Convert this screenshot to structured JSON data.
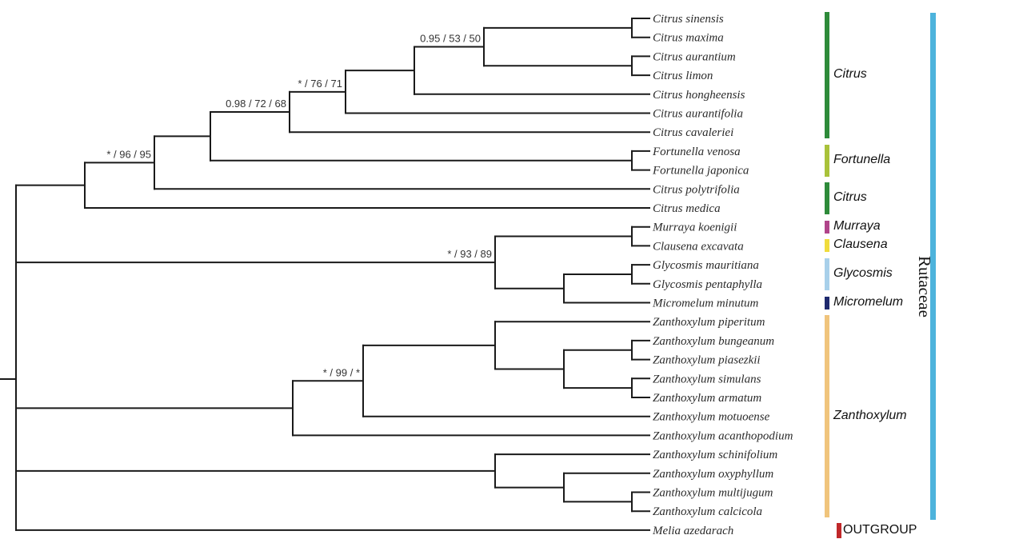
{
  "figure": {
    "type": "phylogenetic-tree",
    "family": {
      "label": "Rutaceae",
      "color": "#4db3dc"
    },
    "tree": {
      "id": "root",
      "children": [
        {
          "id": "n_core",
          "children": [
            {
              "id": "n_citrus_all",
              "support": "*/96/95",
              "children": [
                {
                  "id": "n_c2",
                  "support": "0.98/72/68",
                  "children": [
                    {
                      "id": "n_c3",
                      "support": "*/76/71",
                      "children": [
                        {
                          "id": "n_c4",
                          "children": [
                            {
                              "id": "n_c5",
                              "support": "0.95/53/50",
                              "children": [
                                {
                                  "id": "n_c6",
                                  "children": [
                                    {
                                      "tip": "Citrus sinensis"
                                    },
                                    {
                                      "tip": "Citrus maxima"
                                    }
                                  ]
                                },
                                {
                                  "id": "n_c7",
                                  "children": [
                                    {
                                      "tip": "Citrus aurantium"
                                    },
                                    {
                                      "tip": "Citrus limon"
                                    }
                                  ]
                                }
                              ]
                            },
                            {
                              "tip": "Citrus hongheensis"
                            }
                          ]
                        },
                        {
                          "tip": "Citrus aurantifolia"
                        }
                      ]
                    },
                    {
                      "tip": "Citrus cavaleriei"
                    }
                  ]
                },
                {
                  "id": "n_fort",
                  "children": [
                    {
                      "tip": "Fortunella venosa"
                    },
                    {
                      "tip": "Fortunella japonica"
                    }
                  ]
                }
              ]
            },
            {
              "tip": "Citrus polytrifolia"
            }
          ]
        },
        {
          "tip": "Citrus medica"
        }
      ]
    },
    "tree_note": "see full topology in tree_full",
    "tree_full": {
      "id": "root",
      "children": [
        {
          "id": "n_A",
          "children": [
            {
              "id": "n_B",
              "support": "*/96/95",
              "children": [
                {
                  "id": "n_C",
                  "children": [
                    {
                      "id": "n_D",
                      "support": "0.98/72/68",
                      "children": [
                        {
                          "id": "n_E",
                          "support": "*/76/71",
                          "children": [
                            {
                              "id": "n_F",
                              "children": [
                                {
                                  "id": "n_G",
                                  "support": "0.95/53/50",
                                  "children": [
                                    {
                                      "id": "n_H",
                                      "children": [
                                        {
                                          "tip": "Citrus sinensis"
                                        },
                                        {
                                          "tip": "Citrus maxima"
                                        }
                                      ]
                                    },
                                    {
                                      "id": "n_I",
                                      "children": [
                                        {
                                          "tip": "Citrus aurantium"
                                        },
                                        {
                                          "tip": "Citrus limon"
                                        }
                                      ]
                                    }
                                  ]
                                },
                                {
                                  "tip": "Citrus hongheensis"
                                }
                              ]
                            },
                            {
                              "tip": "Citrus aurantifolia"
                            }
                          ]
                        },
                        {
                          "tip": "Citrus cavaleriei"
                        }
                      ]
                    },
                    {
                      "id": "n_J",
                      "children": [
                        {
                          "tip": "Fortunella venosa"
                        },
                        {
                          "tip": "Fortunella japonica"
                        }
                      ]
                    }
                  ]
                },
                {
                  "tip": "Citrus polytrifolia"
                }
              ]
            },
            {
              "tip": "Citrus medica"
            }
          ]
        },
        {
          "id": "n_K",
          "support": "*/93/89",
          "children": [
            {
              "id": "n_L",
              "children": [
                {
                  "tip": "Murraya koenigii"
                },
                {
                  "tip": "Clausena excavata"
                }
              ]
            },
            {
              "id": "n_M",
              "children": [
                {
                  "id": "n_N",
                  "children": [
                    {
                      "tip": "Glycosmis mauritiana"
                    },
                    {
                      "tip": "Glycosmis pentaphylla"
                    }
                  ]
                },
                {
                  "tip": "Micromelum minutum"
                }
              ]
            }
          ]
        },
        {
          "id": "n_O",
          "children": [
            {
              "id": "n_P",
              "support": "*/99/*",
              "children": [
                {
                  "id": "n_Q",
                  "children": [
                    {
                      "tip": "Zanthoxylum piperitum"
                    },
                    {
                      "id": "n_R",
                      "children": [
                        {
                          "id": "n_S",
                          "children": [
                            {
                              "tip": "Zanthoxylum bungeanum"
                            },
                            {
                              "tip": "Zanthoxylum piasezkii"
                            }
                          ]
                        },
                        {
                          "id": "n_T",
                          "children": [
                            {
                              "tip": "Zanthoxylum simulans"
                            },
                            {
                              "tip": "Zanthoxylum armatum"
                            }
                          ]
                        }
                      ]
                    }
                  ]
                },
                {
                  "tip": "Zanthoxylum motuoense"
                }
              ]
            },
            {
              "tip": "Zanthoxylum acanthopodium"
            }
          ]
        },
        {
          "id": "n_U",
          "children": [
            {
              "tip": "Zanthoxylum schinifolium"
            },
            {
              "id": "n_V",
              "children": [
                {
                  "tip": "Zanthoxylum oxyphyllum"
                },
                {
                  "id": "n_W",
                  "children": [
                    {
                      "tip": "Zanthoxylum multijugum"
                    },
                    {
                      "tip": "Zanthoxylum calcicola"
                    }
                  ]
                }
              ]
            }
          ]
        },
        {
          "tip": "Melia azedarach"
        }
      ]
    },
    "clades": [
      {
        "label": "Citrus",
        "color": "#2e8b3a",
        "from_tip": "Citrus sinensis",
        "to_tip": "Citrus cavaleriei"
      },
      {
        "label": "Fortunella",
        "color": "#a9c23a",
        "from_tip": "Fortunella venosa",
        "to_tip": "Fortunella japonica"
      },
      {
        "label": "Citrus",
        "color": "#2e8b3a",
        "from_tip": "Citrus polytrifolia",
        "to_tip": "Citrus medica"
      },
      {
        "label": "Murraya",
        "color": "#b0448a",
        "from_tip": "Murraya koenigii",
        "to_tip": "Murraya koenigii"
      },
      {
        "label": "Clausena",
        "color": "#f0dc3c",
        "from_tip": "Clausena excavata",
        "to_tip": "Clausena excavata"
      },
      {
        "label": "Glycosmis",
        "color": "#a8d0ea",
        "from_tip": "Glycosmis mauritiana",
        "to_tip": "Glycosmis pentaphylla"
      },
      {
        "label": "Micromelum",
        "color": "#1f2a6e",
        "from_tip": "Micromelum minutum",
        "to_tip": "Micromelum minutum"
      },
      {
        "label": "Zanthoxylum",
        "color": "#f0c47c",
        "from_tip": "Zanthoxylum piperitum",
        "to_tip": "Zanthoxylum calcicola"
      }
    ],
    "outgroup": {
      "label": "OUTGROUP",
      "color": "#c0282a",
      "tip": "Melia azedarach"
    }
  }
}
